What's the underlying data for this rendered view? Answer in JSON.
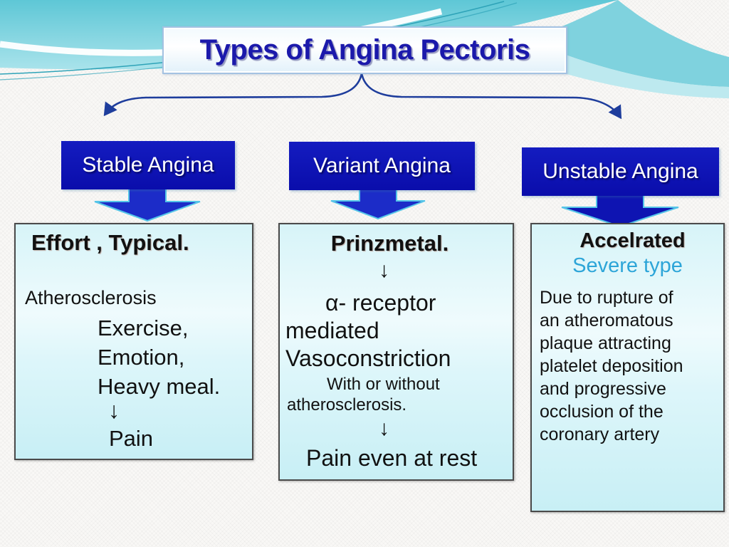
{
  "slide": {
    "title": "Types of Angina Pectoris"
  },
  "branches": [
    {
      "header": "Stable Angina",
      "box": {
        "heading": "Effort , Typical.",
        "lines": [
          "Atherosclerosis",
          "Exercise,",
          "Emotion,",
          "Heavy meal.",
          "↓",
          "Pain"
        ]
      }
    },
    {
      "header": "Variant Angina",
      "box": {
        "heading": "Prinzmetal.",
        "lines": [
          "↓",
          "α- receptor",
          "mediated",
          "Vasoconstriction",
          "With or without",
          "atherosclerosis.",
          "↓",
          "Pain even at rest"
        ]
      }
    },
    {
      "header": "Unstable Angina",
      "box": {
        "heading": "Accelrated",
        "subheading": "Severe type",
        "lines": [
          "Due to rupture of",
          "an atheromatous",
          "plaque attracting",
          "platelet deposition",
          "and progressive",
          "occlusion of the",
          "coronary artery"
        ]
      }
    }
  ],
  "icons": {
    "down_arrow": "↓"
  },
  "colors": {
    "banner_teal": "#5ec7d6",
    "title_text": "#1b19ab",
    "header_fill": "#0d11b2",
    "arrow_fill": "#1c2cc8",
    "arrow_outline": "#55c5e8",
    "connector": "#1e3d9c",
    "accent_red": "#df4a2d",
    "severe_type_blue": "#2da5d8",
    "detail_box_fill": "#d7f4f8",
    "detail_box_border": "#4a4a4a"
  }
}
